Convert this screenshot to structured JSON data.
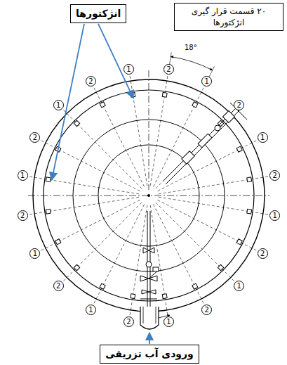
{
  "diagram": {
    "nodes": [
      {
        "text": [
          "انژکتورها"
        ]
      },
      {
        "text": [
          "۲۰ قسمت قرار گیری انژکتورها"
        ]
      },
      {
        "text": [
          "ورودی آب تزریقی"
        ]
      }
    ],
    "labels": [
      "18°",
      "1",
      "2",
      "1",
      "2",
      "1",
      "2",
      "1",
      "2",
      "1",
      "2",
      "1",
      "2",
      "1",
      "2",
      "1",
      "2",
      "1",
      "2",
      "1",
      "2"
    ]
  }
}
